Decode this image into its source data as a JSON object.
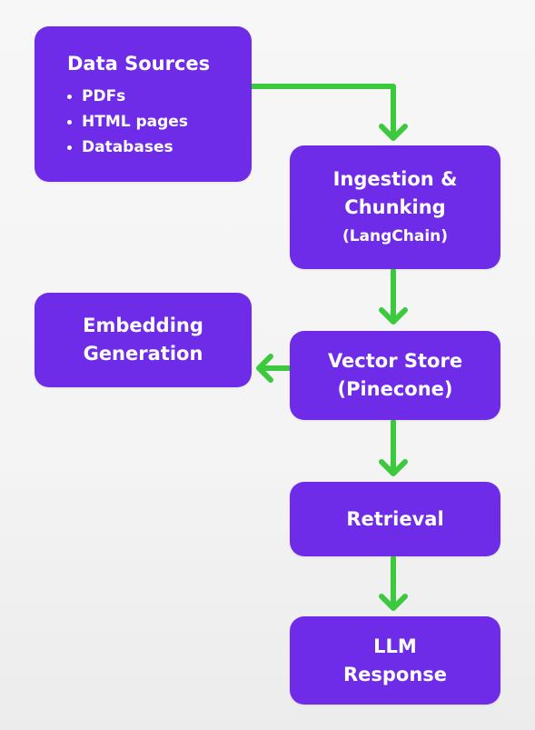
{
  "nodes": {
    "data_sources": {
      "title": "Data Sources",
      "items": [
        "PDFs",
        "HTML pages",
        "Databases"
      ]
    },
    "ingestion": {
      "line1": "Ingestion &",
      "line2": "Chunking",
      "line3": "(LangChain)"
    },
    "embedding": {
      "line1": "Embedding",
      "line2": "Generation"
    },
    "vector_store": {
      "line1": "Vector Store",
      "line2": "(Pinecone)"
    },
    "retrieval": {
      "line1": "Retrieval"
    },
    "llm": {
      "line1": "LLM",
      "line2": "Response"
    }
  },
  "colors": {
    "node_fill": "#6f2ce8",
    "node_text": "#ffffff",
    "arrow": "#3cc93e",
    "background": "#f4f4f4"
  },
  "edges": [
    {
      "from": "data_sources",
      "to": "ingestion"
    },
    {
      "from": "ingestion",
      "to": "vector_store"
    },
    {
      "from": "vector_store",
      "to": "embedding"
    },
    {
      "from": "vector_store",
      "to": "retrieval"
    },
    {
      "from": "retrieval",
      "to": "llm"
    }
  ]
}
